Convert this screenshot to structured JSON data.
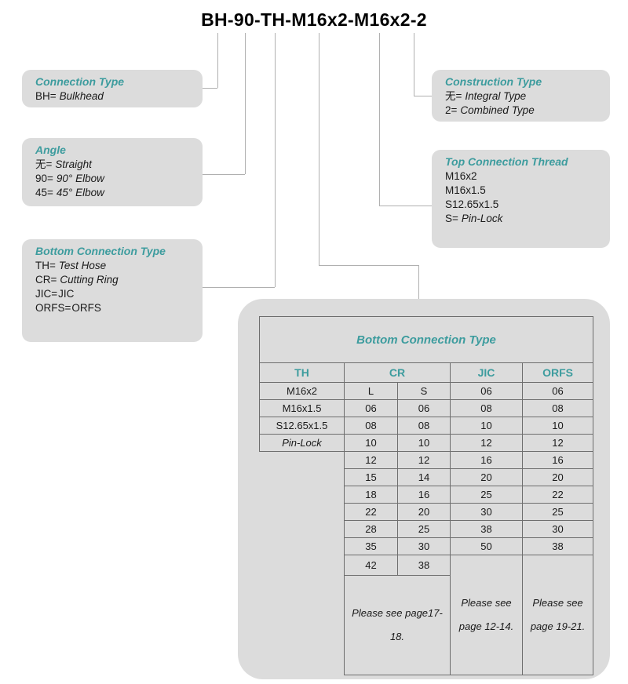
{
  "page": {
    "title": "BH-90-TH-M16x2-M16x2-2"
  },
  "colors": {
    "accent_teal": "#3d9c9e",
    "box_gray": "#dcdcdc",
    "table_border": "#6e6e6e",
    "connector_gray": "#b0b0b0",
    "text": "#1a1a1a"
  },
  "callouts": {
    "connection_type": {
      "heading": "Connection Type",
      "items": [
        {
          "code": "BH=",
          "desc": "Bulkhead"
        }
      ]
    },
    "angle": {
      "heading": "Angle",
      "items": [
        {
          "code": "无=",
          "desc": "Straight"
        },
        {
          "code": "90=",
          "desc": "90° Elbow"
        },
        {
          "code": "45=",
          "desc": "45° Elbow"
        }
      ]
    },
    "bottom_connection_type": {
      "heading": "Bottom Connection Type",
      "items": [
        {
          "code": "TH=",
          "desc": "Test Hose"
        },
        {
          "code": "CR=",
          "desc": "Cutting Ring"
        },
        {
          "code": "JIC=",
          "desc": "JIC"
        },
        {
          "code": "ORFS=",
          "desc": "ORFS"
        }
      ]
    },
    "construction_type": {
      "heading": "Construction Type",
      "items": [
        {
          "code": "无=",
          "desc": "Integral Type"
        },
        {
          "code": "2=",
          "desc": "Combined Type"
        }
      ]
    },
    "top_connection_thread": {
      "heading": "Top Connection Thread",
      "items": [
        {
          "code": "M16x2",
          "desc": ""
        },
        {
          "code": "M16x1.5",
          "desc": ""
        },
        {
          "code": "S12.65x1.5",
          "desc": ""
        },
        {
          "code": "S=",
          "desc": "Pin-Lock"
        }
      ]
    }
  },
  "table": {
    "title": "Bottom Connection Type",
    "columns": [
      "TH",
      "CR",
      "JIC",
      "ORFS"
    ],
    "rows_with_th": [
      {
        "th": "M16x2",
        "italic": false,
        "cells": [
          "L",
          "S",
          "06",
          "06"
        ]
      },
      {
        "th": "M16x1.5",
        "italic": false,
        "cells": [
          "06",
          "06",
          "08",
          "08"
        ]
      },
      {
        "th": "S12.65x1.5",
        "italic": false,
        "cells": [
          "08",
          "08",
          "10",
          "10"
        ]
      },
      {
        "th": "Pin-Lock",
        "italic": true,
        "cells": [
          "10",
          "10",
          "12",
          "12"
        ]
      }
    ],
    "rows_no_th": [
      [
        "12",
        "12",
        "16",
        "16"
      ],
      [
        "15",
        "14",
        "20",
        "20"
      ],
      [
        "18",
        "16",
        "25",
        "22"
      ],
      [
        "22",
        "20",
        "30",
        "25"
      ],
      [
        "28",
        "25",
        "38",
        "30"
      ],
      [
        "35",
        "30",
        "50",
        "38"
      ]
    ],
    "last_cr_row": [
      "42",
      "38"
    ],
    "notes": {
      "cr": "Please see page17-\n18.",
      "jic": "Please see\npage 12-14.",
      "orfs": "Please see\npage 19-21."
    }
  }
}
